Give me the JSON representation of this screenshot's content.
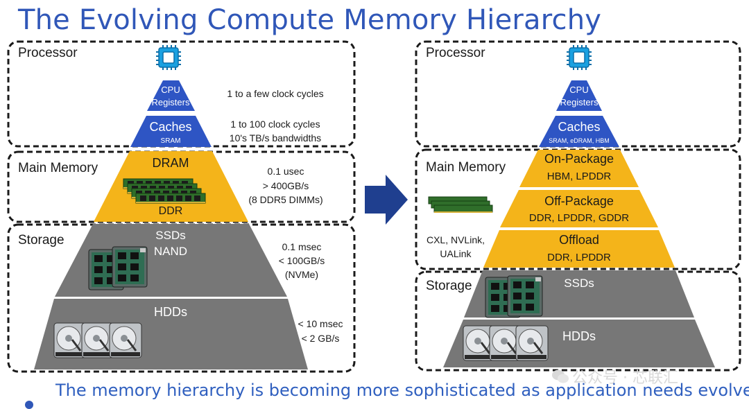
{
  "title": "The Evolving Compute Memory Hierarchy",
  "caption": "The memory hierarchy is becoming more sophisticated as application needs evolve",
  "watermark": "公众号 · 芯联汇",
  "colors": {
    "title": "#3057b8",
    "blue_tier": "#2e55c4",
    "gold_tier": "#f4b41a",
    "gray_tier": "#777777",
    "arrow": "#1f3f8f"
  },
  "left": {
    "regions": {
      "processor": "Processor",
      "main_memory": "Main Memory",
      "storage": "Storage"
    },
    "tiers": {
      "cpu": {
        "line1": "CPU",
        "line2": "Registers"
      },
      "caches": {
        "line1": "Caches",
        "line2": "SRAM"
      },
      "dram": {
        "line1": "DRAM",
        "line2": "DDR"
      },
      "ssd": {
        "line1": "SSDs",
        "line2": "NAND"
      },
      "hdd": {
        "line1": "HDDs"
      }
    },
    "annotations": {
      "cpu": "1 to a few clock cycles",
      "caches_1": "1 to 100 clock cycles",
      "caches_2": "10's TB/s bandwidths",
      "dram_1": "0.1 usec",
      "dram_2": "> 400GB/s",
      "dram_3": "(8 DDR5 DIMMs)",
      "ssd_1": "0.1 msec",
      "ssd_2": "< 100GB/s",
      "ssd_3": "(NVMe)",
      "hdd_1": "< 10 msec",
      "hdd_2": "< 2 GB/s"
    }
  },
  "right": {
    "regions": {
      "processor": "Processor",
      "main_memory": "Main Memory",
      "storage": "Storage"
    },
    "tiers": {
      "cpu": {
        "line1": "CPU",
        "line2": "Registers"
      },
      "caches": {
        "line1": "Caches",
        "line2": "SRAM, eDRAM, HBM"
      },
      "on_package": {
        "line1": "On-Package",
        "line2": "HBM, LPDDR"
      },
      "off_package": {
        "line1": "Off-Package",
        "line2": "DDR, LPDDR, GDDR"
      },
      "offload": {
        "line1": "Offload",
        "line2": "DDR, LPDDR"
      },
      "ssd": {
        "line1": "SSDs"
      },
      "hdd": {
        "line1": "HDDs"
      }
    },
    "side_label": {
      "line1": "CXL, NVLink,",
      "line2": "UALink"
    }
  },
  "icons": [
    "cpu-chip-icon",
    "dram-module-icon",
    "ssd-drive-icon",
    "hard-disk-icon",
    "right-arrow-icon",
    "wechat-icon"
  ]
}
